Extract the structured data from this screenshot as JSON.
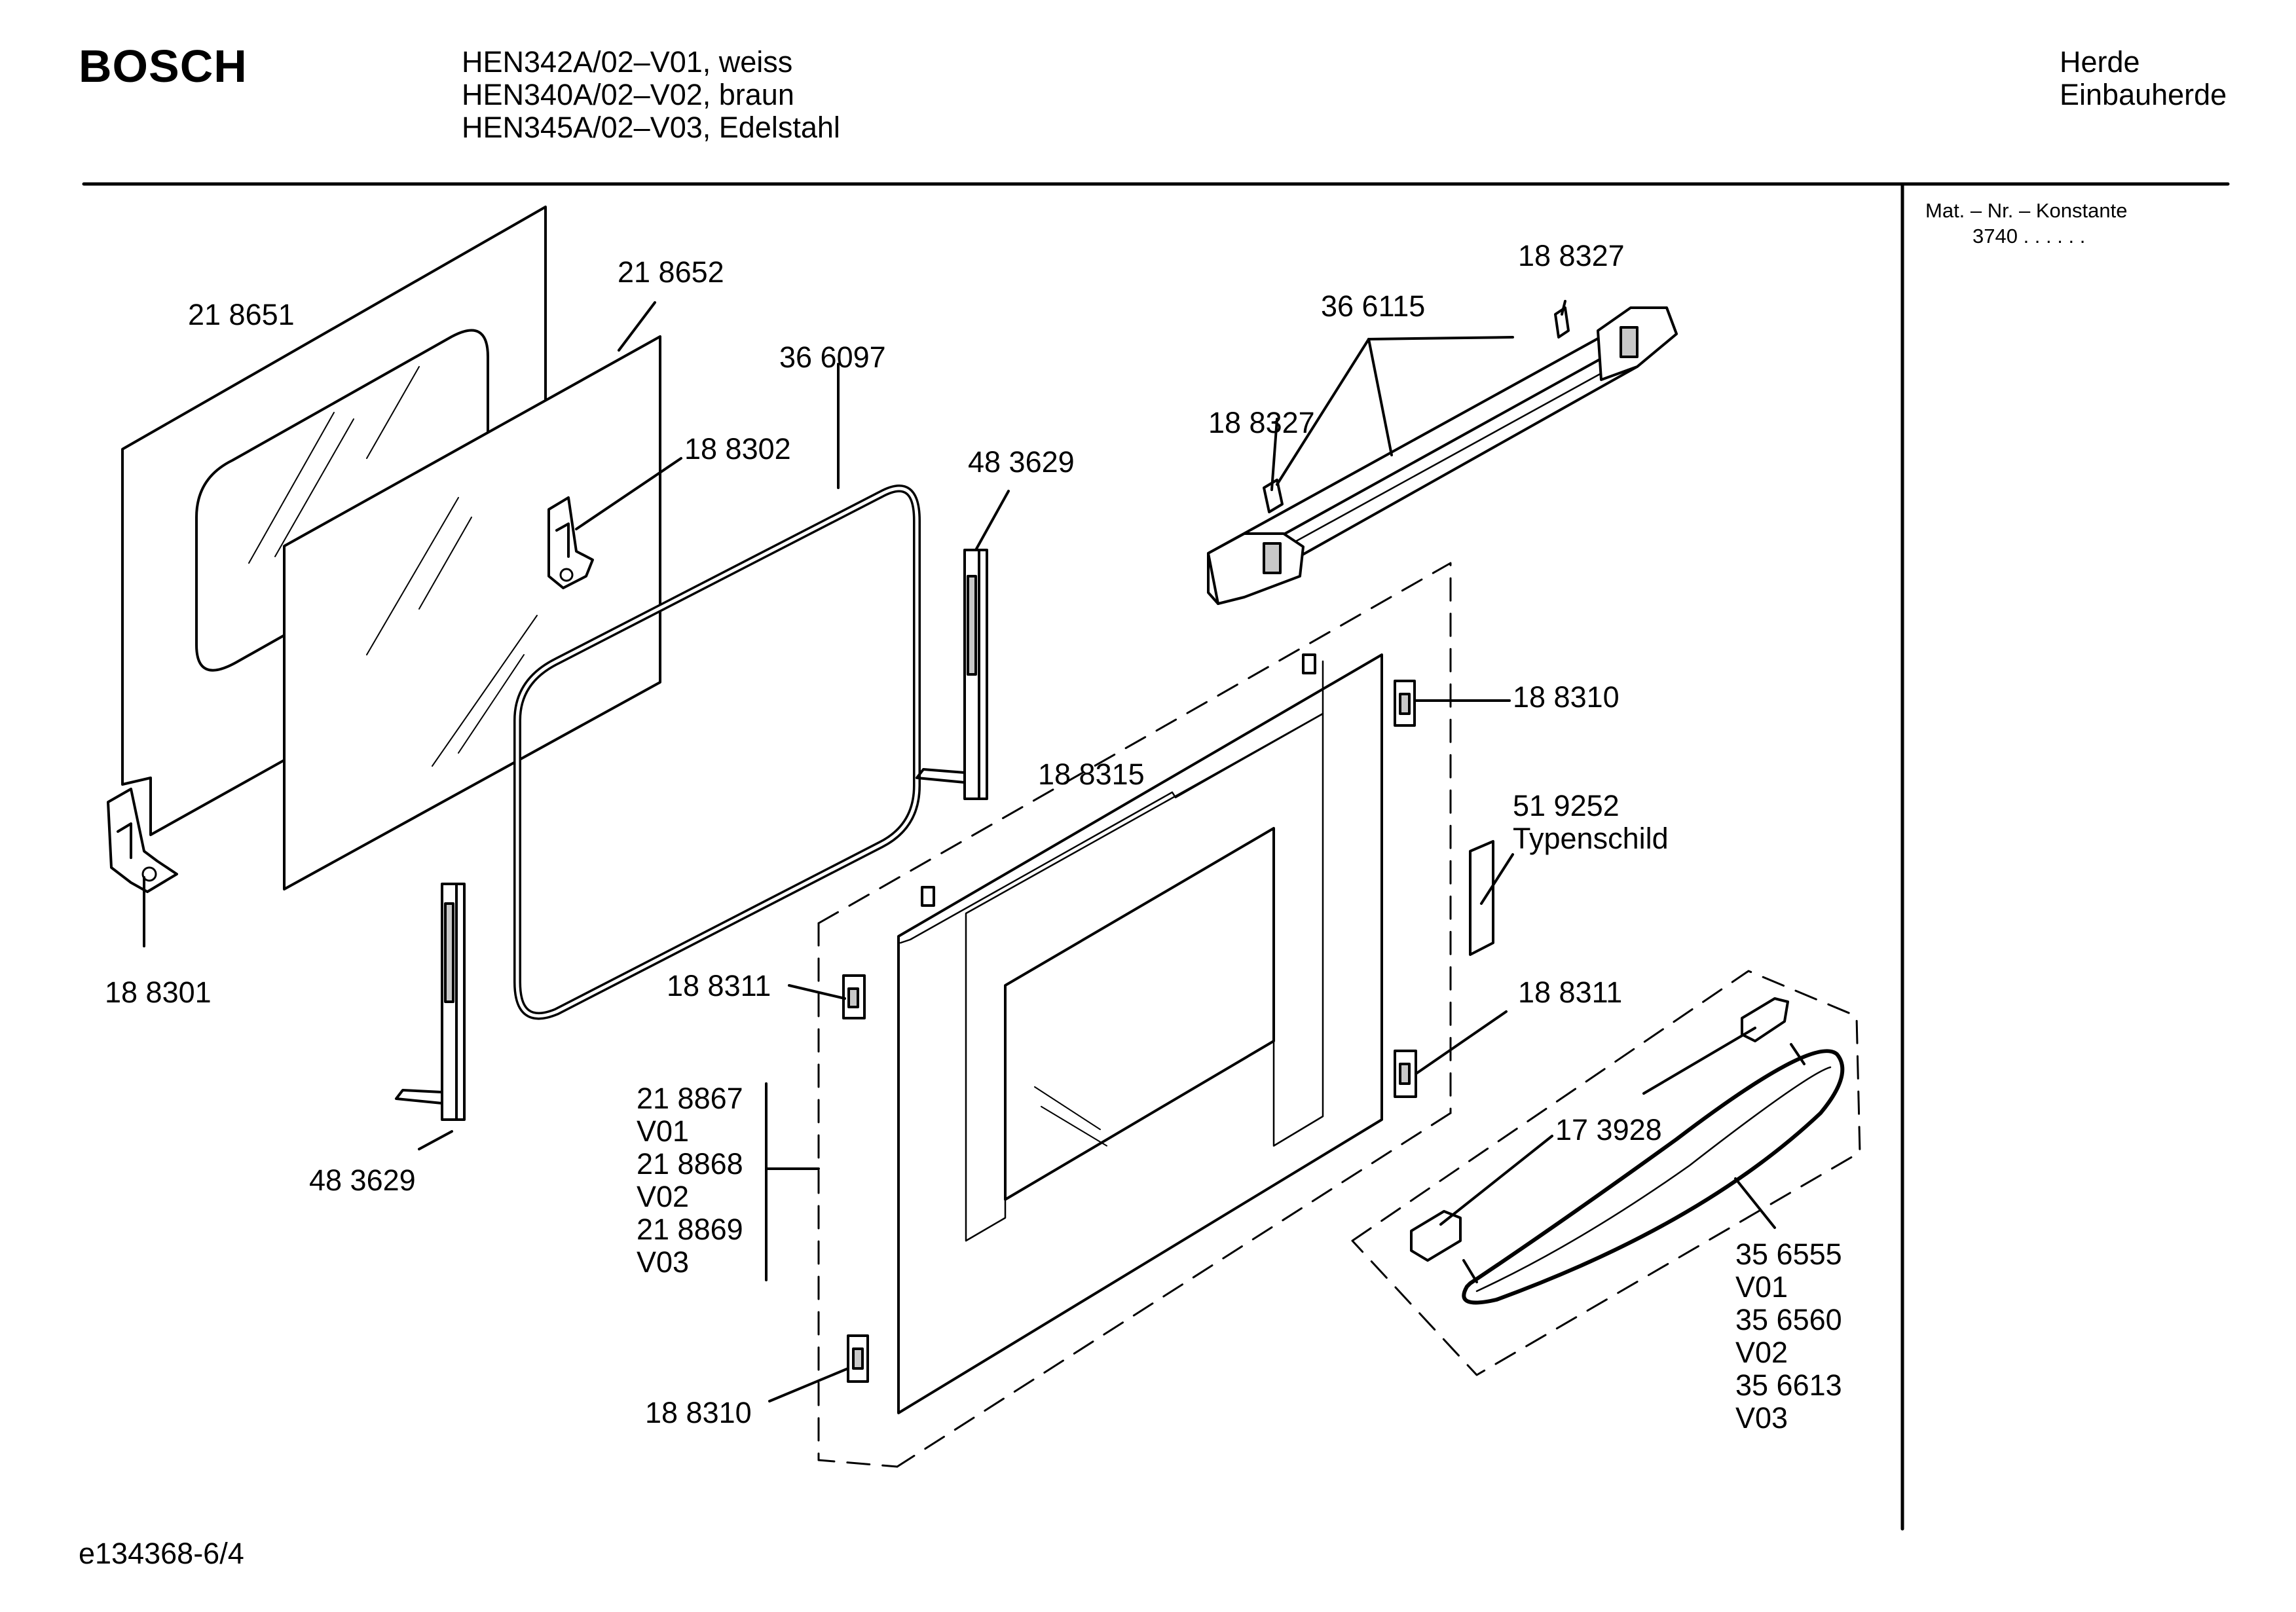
{
  "header": {
    "brand": "BOSCH",
    "models": [
      "HEN342A/02–V01, weiss",
      "HEN340A/02–V02, braun",
      "HEN345A/02–V03, Edelstahl"
    ],
    "category": [
      "Herde",
      "Einbauherde"
    ]
  },
  "side_panel": {
    "title": "Mat. – Nr. – Konstante",
    "constant": "3740  .   .     .   .   .   ."
  },
  "parts": {
    "p218651": "21 8651",
    "p218652": "21 8652",
    "p366097": "36 6097",
    "p188302": "18 8302",
    "p483629_top": "48 3629",
    "p188301": "18 8301",
    "p483629_bottom": "48 3629",
    "p366115": "36 6115",
    "p188327_top": "18 8327",
    "p188327_left": "18 8327",
    "p188310_top": "18 8310",
    "p188315": "18 8315",
    "p519252": [
      "51 9252",
      "Typenschild"
    ],
    "p188311_left": "18 8311",
    "p188311_right": "18 8311",
    "p218867_group": [
      "21 8867",
      "V01",
      "21 8868",
      "V02",
      "21 8869",
      "V03"
    ],
    "p173928": "17 3928",
    "p356555_group": [
      "35 6555",
      "V01",
      "35 6560",
      "V02",
      "35 6613",
      "V03"
    ],
    "p188310_bottom": "18 8310"
  },
  "footer": {
    "drawing_id": "e134368-6/4"
  }
}
